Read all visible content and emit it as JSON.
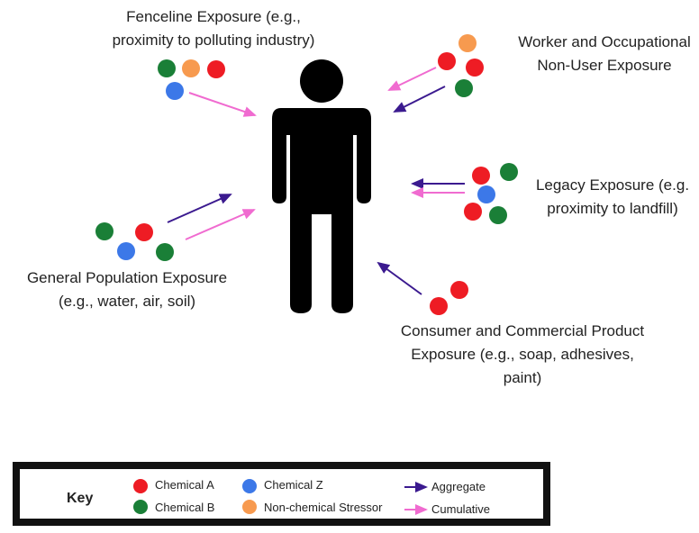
{
  "labels": {
    "fenceline": [
      "Fenceline Exposure (e.g.,",
      "proximity to polluting industry)"
    ],
    "worker": [
      "Worker and Occupational",
      "Non-User Exposure"
    ],
    "legacy": [
      "Legacy Exposure (e.g.",
      "proximity to landfill)"
    ],
    "general": [
      "General Population Exposure",
      "(e.g., water, air, soil)"
    ],
    "consumer": [
      "Consumer and Commercial Product",
      "Exposure (e.g., soap, adhesives,",
      "paint)"
    ]
  },
  "key": {
    "title": "Key",
    "chemical_a": "Chemical A",
    "chemical_b": "Chemical B",
    "chemical_z": "Chemical Z",
    "non_chemical": "Non-chemical Stressor",
    "aggregate": "Aggregate",
    "cumulative": "Cumulative"
  },
  "colors": {
    "chemical_a": "#ee1c24",
    "chemical_b": "#1a7f37",
    "chemical_z": "#3c78e8",
    "non_chemical": "#f79a4f",
    "aggregate": "#3b1a8f",
    "cumulative": "#f06bd0",
    "person": "#000000"
  },
  "icons": [
    "person-icon",
    "aggregate-arrow-icon",
    "cumulative-arrow-icon"
  ]
}
